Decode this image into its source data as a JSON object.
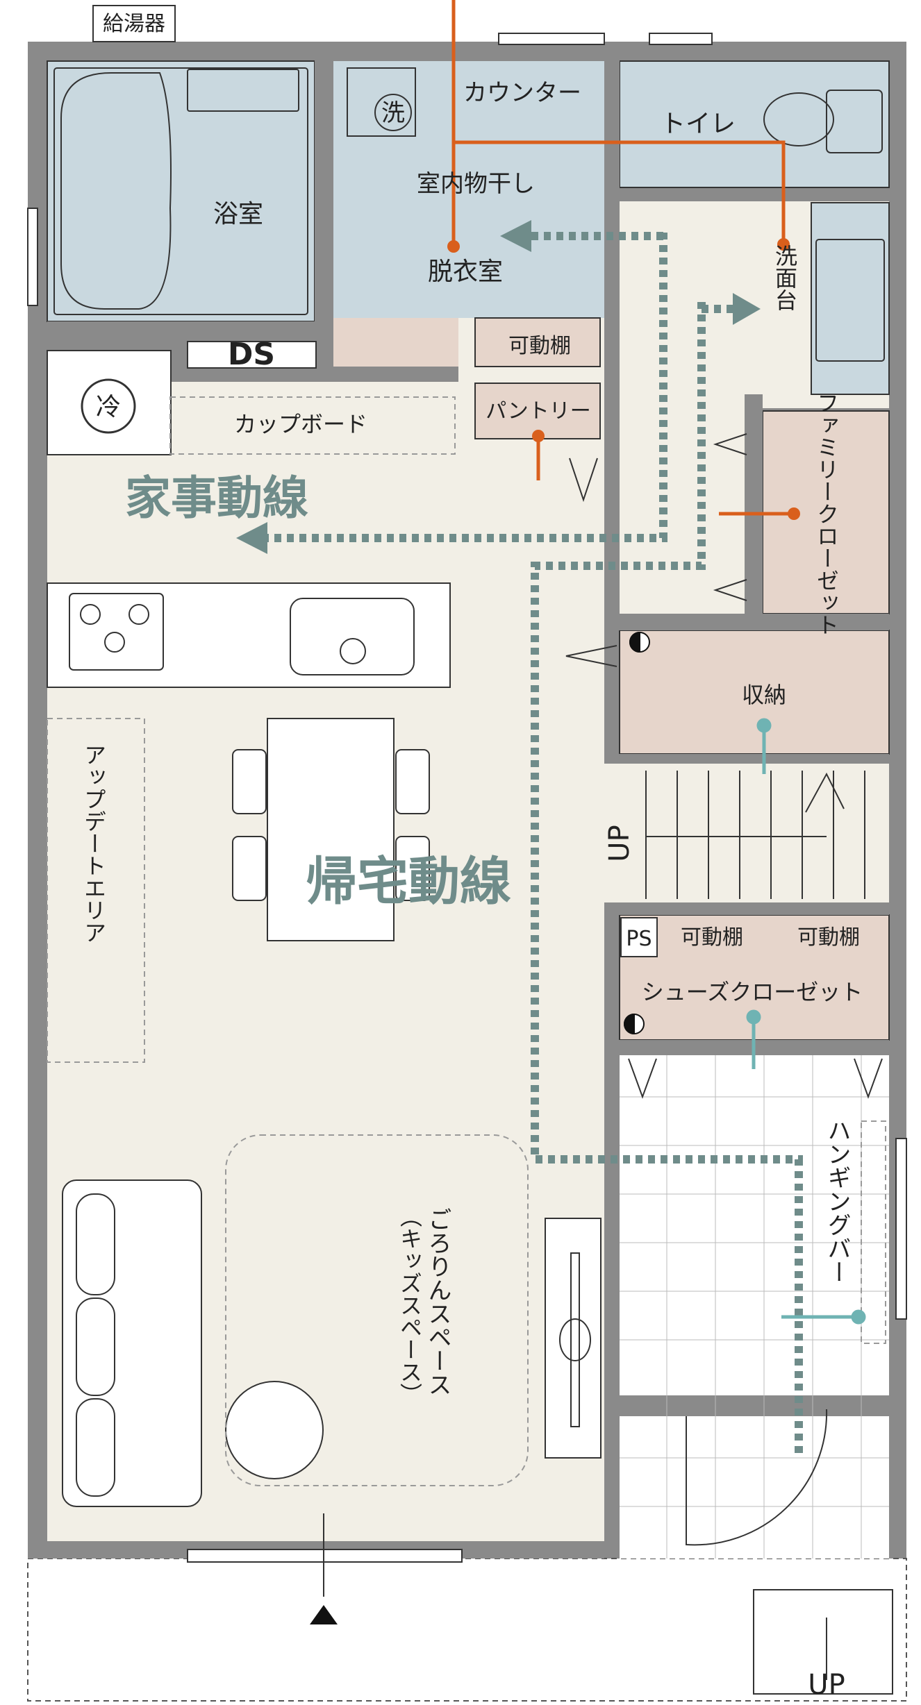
{
  "colors": {
    "wall": "#8a8a8a",
    "wall_dark": "#4a4a4a",
    "floor": "#f2efe6",
    "wet_area": "#c9d8df",
    "storage": "#e6d5cb",
    "route_teal": "#6f8c8a",
    "accent_orange": "#d95f1c",
    "accent_teal": "#6fb3b3",
    "line": "#333333"
  },
  "rooms": {
    "water_heater": "給湯器",
    "bathroom": "浴室",
    "washer": "洗",
    "counter": "カウンター",
    "indoor_drying": "室内物干し",
    "dressing_room": "脱衣室",
    "toilet": "トイレ",
    "washbasin": "洗面台",
    "ds": "DS",
    "movable_shelf": "可動棚",
    "pantry": "パントリー",
    "fridge": "冷",
    "cupboard": "カップボード",
    "family_closet": "ファミリークローゼット",
    "storage": "収納",
    "update_area": "アップデートエリア",
    "ps": "PS",
    "shelf_1": "可動棚",
    "shelf_2": "可動棚",
    "shoe_closet": "シューズクローゼット",
    "hanging_bar": "ハンギングバー",
    "lounge_space": "ごろりんスペース",
    "kids_space": "（キッズスペース）",
    "up_stairs": "UP",
    "up_entrance": "UP"
  },
  "routes": {
    "housework": "家事動線",
    "return_home": "帰宅動線"
  },
  "icons": {
    "entrance_marker": "triangle-up-icon",
    "switch": "half-circle-icon"
  }
}
